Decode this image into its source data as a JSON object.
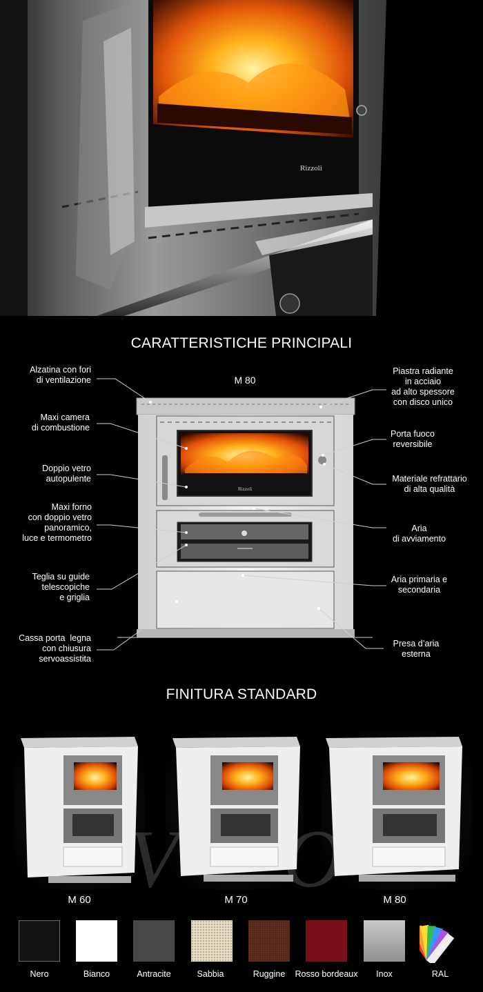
{
  "headings": {
    "features": "CARATTERISTICHE PRINCIPALI",
    "finish": "FINITURA STANDARD"
  },
  "diagram": {
    "model_label": "M 80",
    "logo": "Rizzoli",
    "left_labels": [
      "Alzatina con fori\ndi ventilazione",
      "Maxi camera\ndi combustione",
      "Doppio vetro\nautopulente",
      "Maxi forno\ncon doppio vetro\npanoramico,\nluce e termometro",
      "Teglia su guide\ntelescopiche\ne griglia",
      "Cassa porta  legna\ncon chiusura\nservoassistita"
    ],
    "right_labels": [
      "Piastra radiante\nin acciaio\nad alto spessore\ncon disco unico",
      "Porta fuoco\nreversibile",
      "Materiale refrattario\ndi alta qualità",
      "Aria\ndi avviamento",
      "Aria primaria e\nsecondaria",
      "Presa d’aria\nesterna"
    ]
  },
  "hero": {
    "logo": "Rizzoli"
  },
  "models": [
    "M 60",
    "M 70",
    "M 80"
  ],
  "finishes": [
    {
      "name": "Nero",
      "color": "#141414"
    },
    {
      "name": "Bianco",
      "color": "#ffffff"
    },
    {
      "name": "Antracite",
      "color": "#48494b"
    },
    {
      "name": "Sabbia",
      "color": "#e6ddc9"
    },
    {
      "name": "Ruggine",
      "color": "#4a2418"
    },
    {
      "name": "Rosso bordeaux",
      "color": "#7a0f1c"
    },
    {
      "name": "Inox",
      "color": "#a9aaac"
    },
    {
      "name": "RAL",
      "color": "#ffffff"
    }
  ]
}
